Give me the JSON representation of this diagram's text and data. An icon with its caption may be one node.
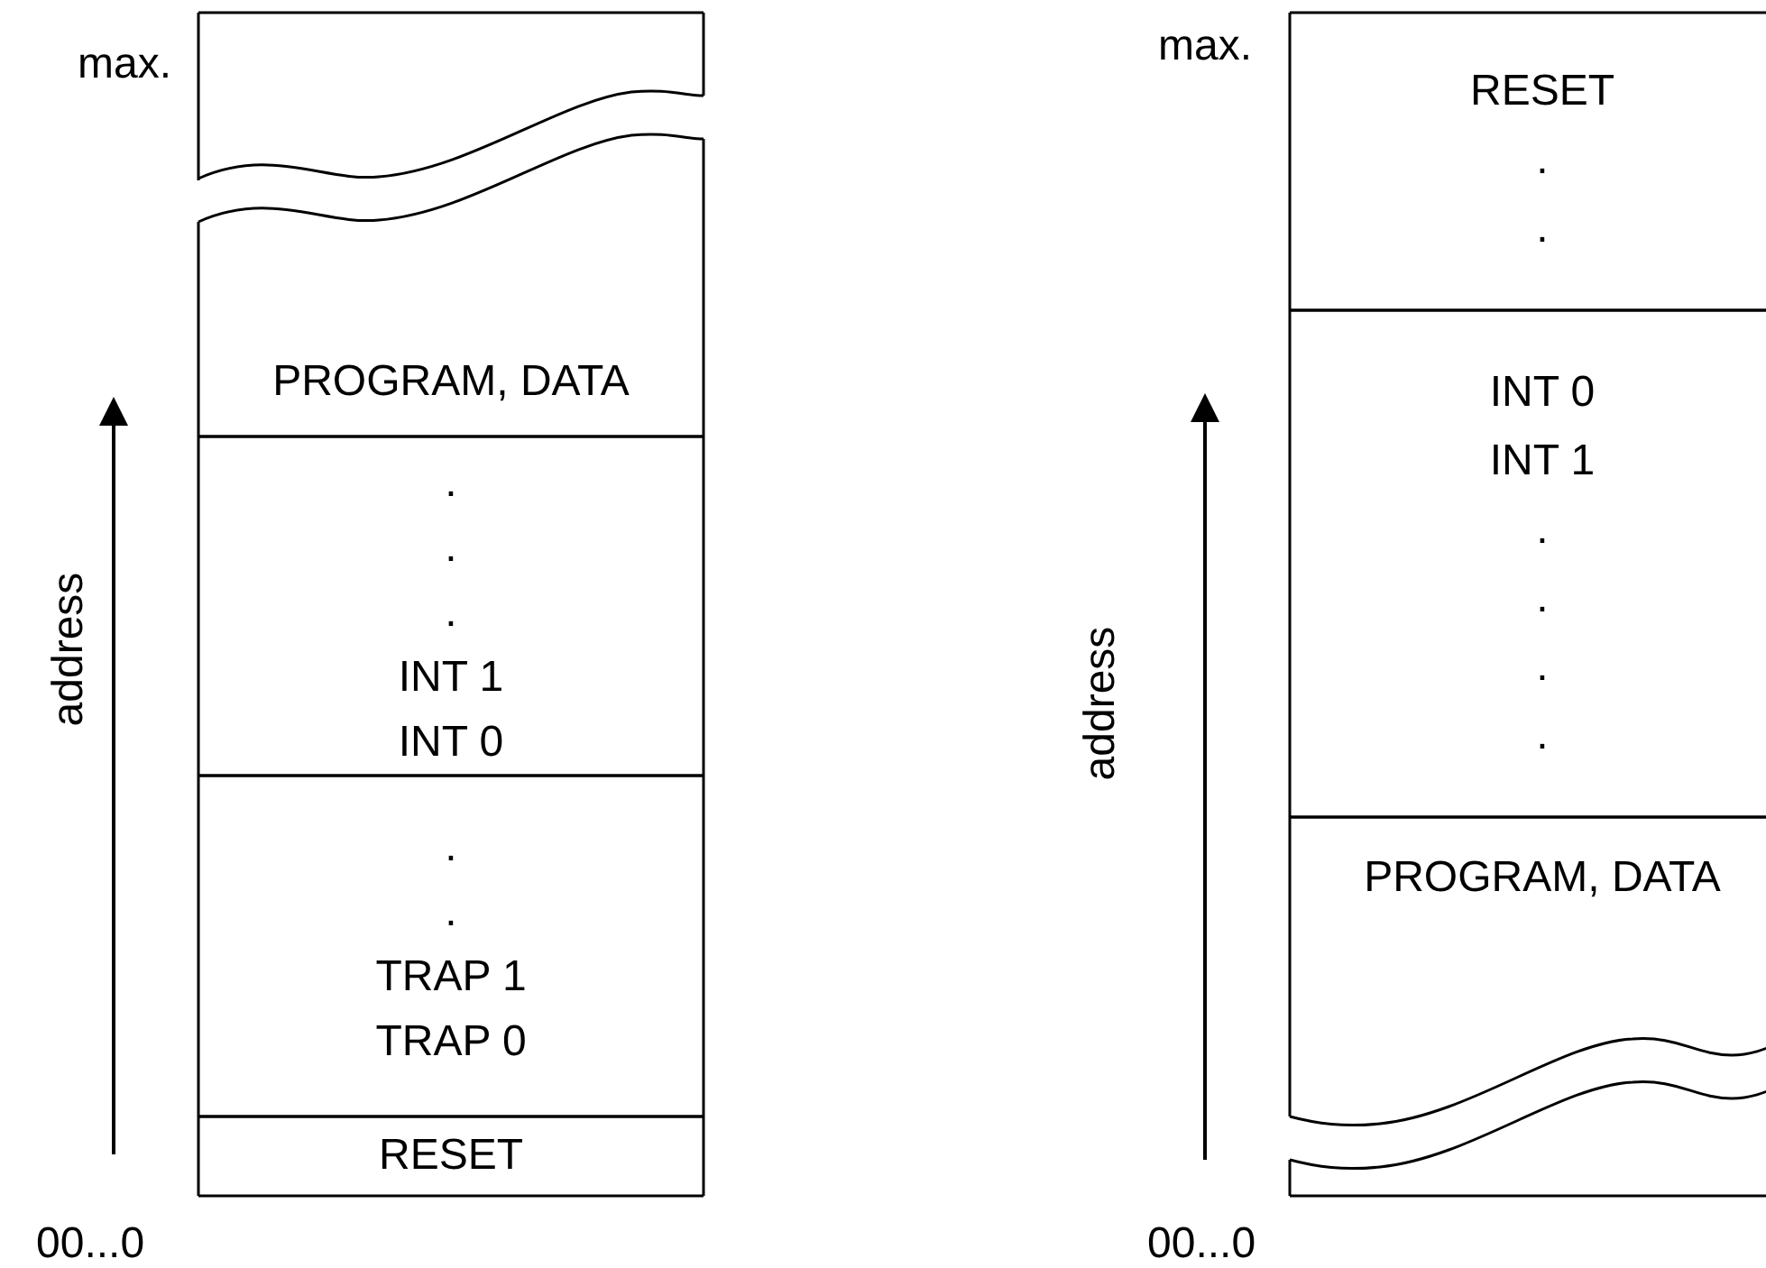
{
  "diagram": {
    "nodes": [
      {
        "text": [],
        "shape": "box"
      },
      {
        "text": [
          "PROGRAM, DATA"
        ]
      },
      {
        "text": [
          ".",
          ".",
          ".",
          "INT 1",
          "INT 0"
        ]
      },
      {
        "text": [
          ".",
          ".",
          "TRAP 1",
          "TRAP 0"
        ]
      },
      {
        "text": [
          "RESET"
        ]
      },
      {
        "text": [
          "RESET",
          ".",
          "."
        ]
      },
      {
        "text": [
          "INT 0",
          "INT 1",
          ".",
          ".",
          ".",
          "."
        ]
      },
      {
        "text": [
          "PROGRAM, DATA"
        ]
      },
      {
        "text": [],
        "shape": "box"
      }
    ],
    "labels": [
      "max.",
      "address",
      "00...0",
      "max.",
      "address",
      "00...0"
    ]
  }
}
